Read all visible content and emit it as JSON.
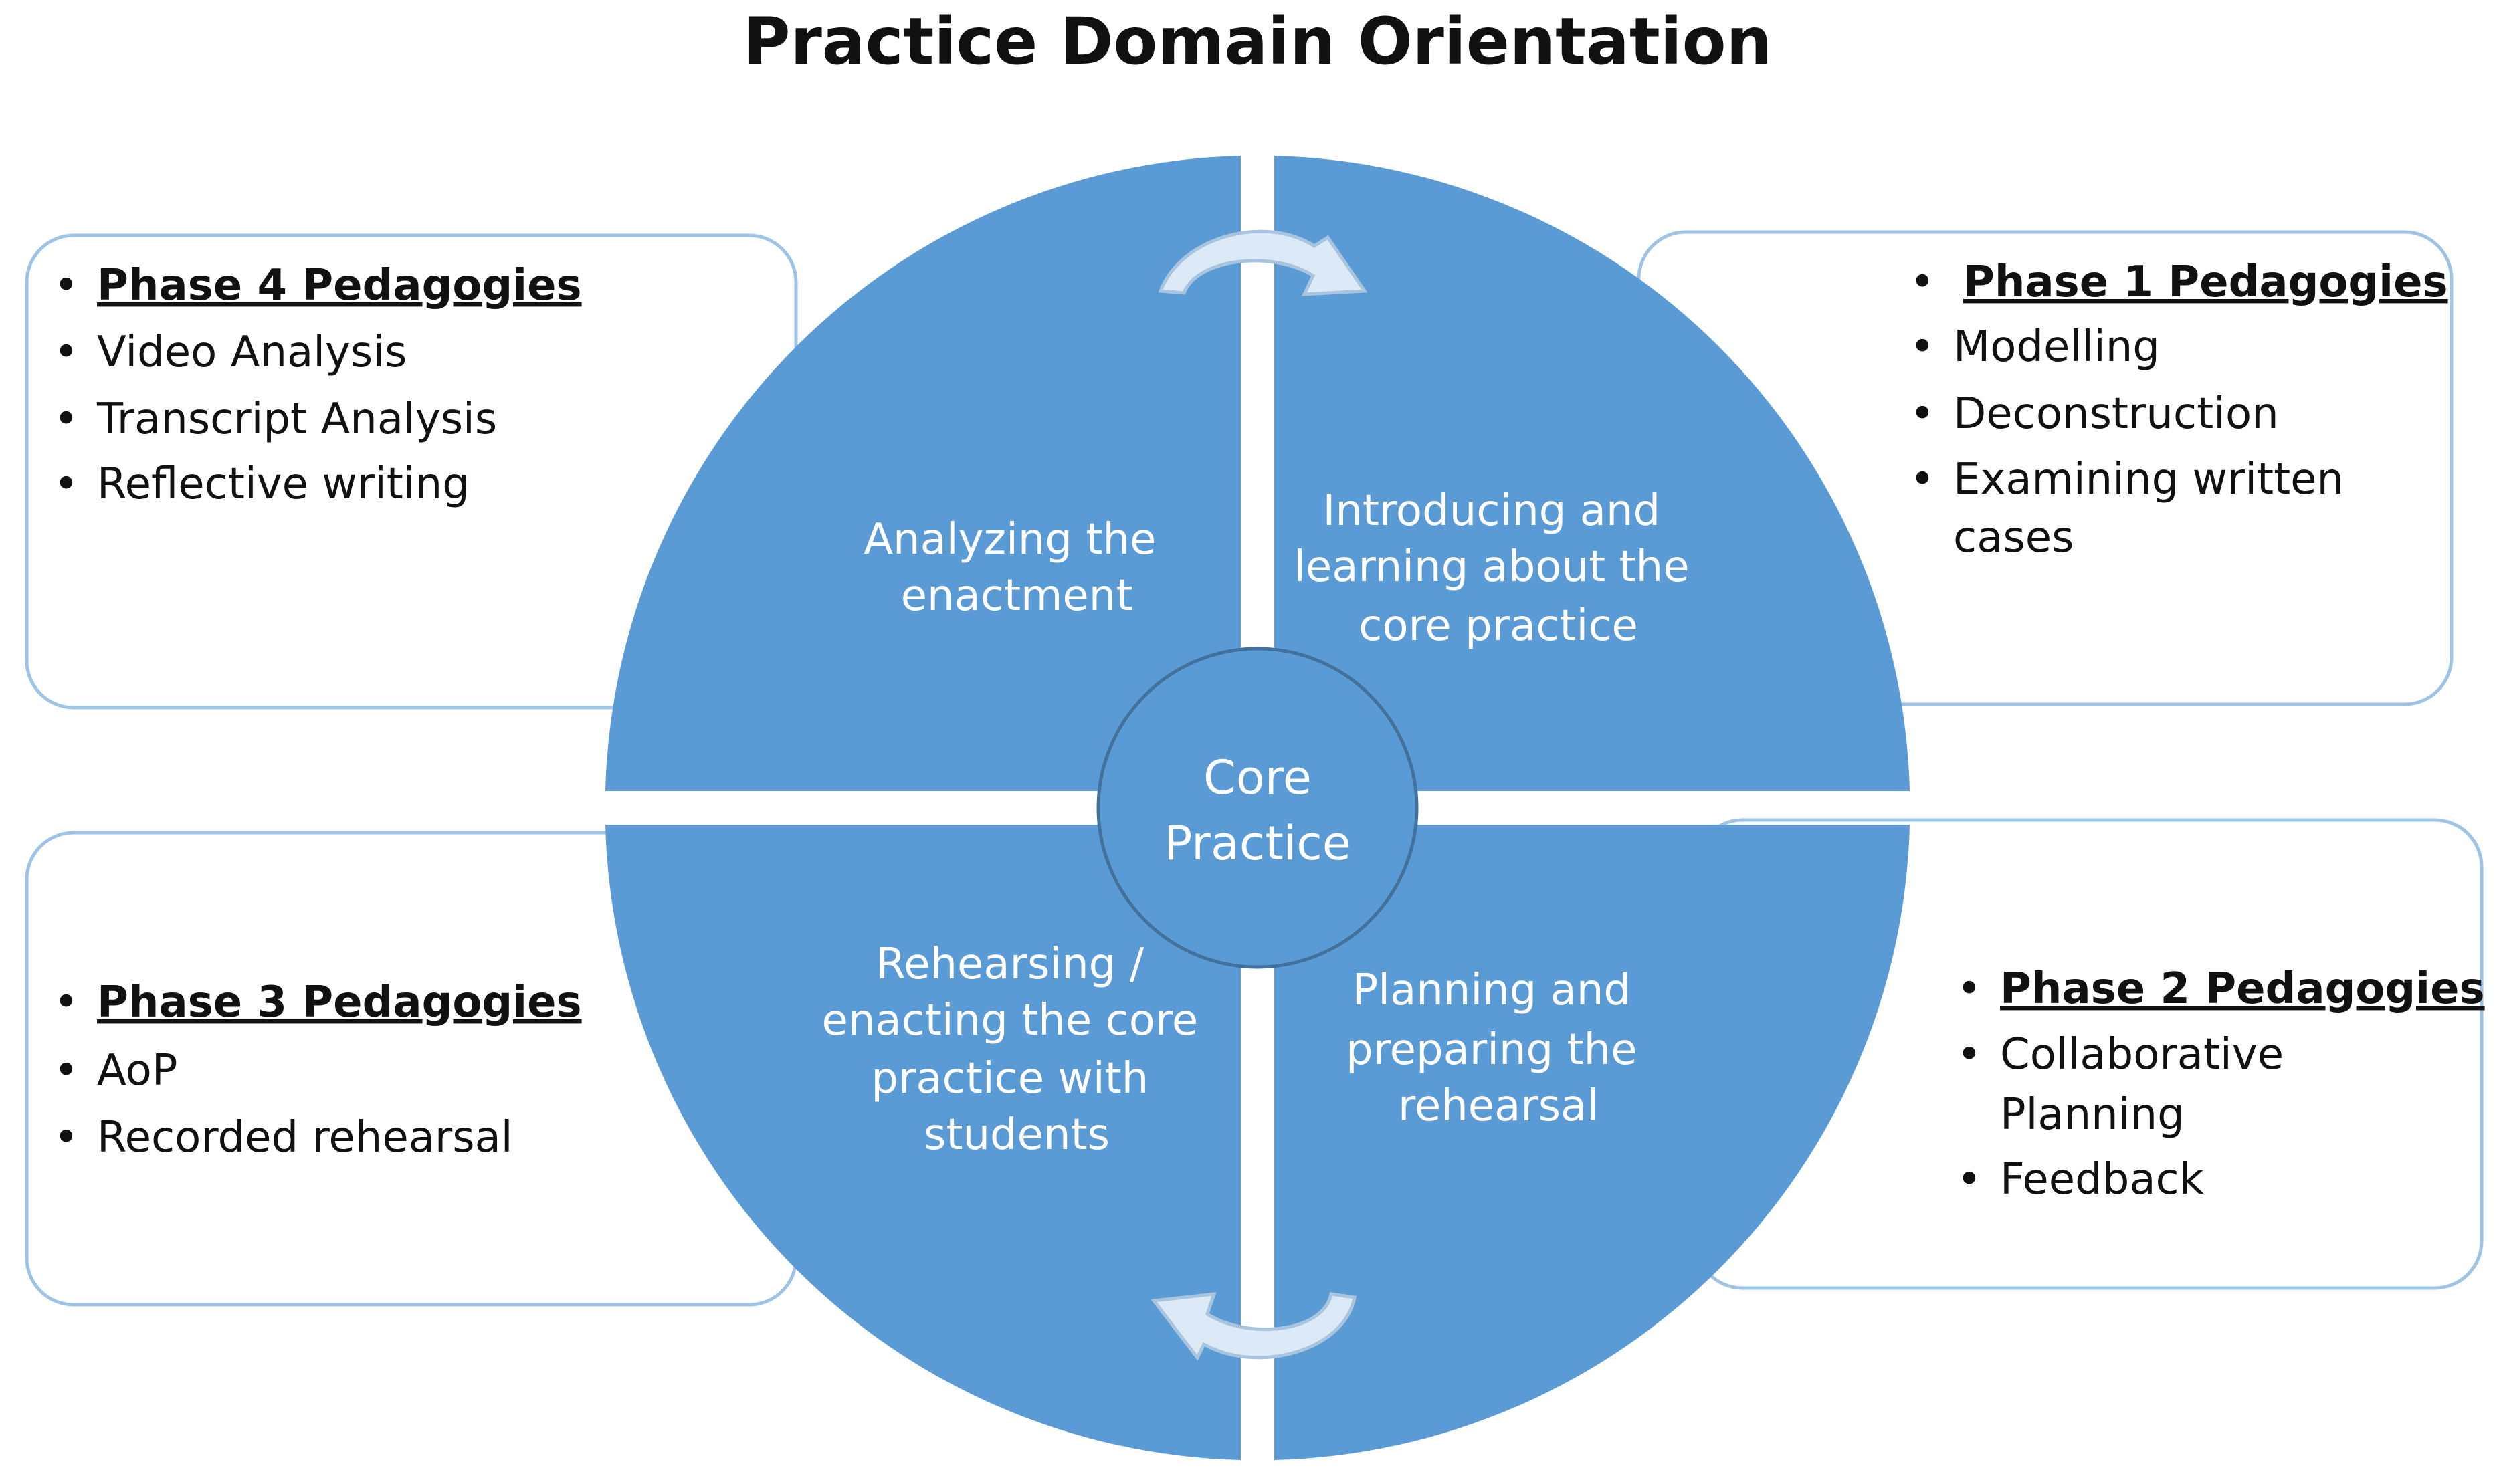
{
  "title": "Practice Domain Orientation",
  "center": {
    "line1": "Core",
    "line2": "Practice"
  },
  "quadrants": {
    "top_left": {
      "lines": [
        "Analyzing the",
        "enactment"
      ]
    },
    "top_right": {
      "lines": [
        "Introducing and",
        "learning about the",
        "core practice"
      ]
    },
    "bottom_left": {
      "lines": [
        "Rehearsing /",
        "enacting the core",
        "practice with",
        "students"
      ]
    },
    "bottom_right": {
      "lines": [
        "Planning and",
        "preparing the",
        "rehearsal"
      ]
    }
  },
  "phases": {
    "phase4": {
      "heading": "Phase 4 Pedagogies",
      "items": [
        "Video Analysis",
        "Transcript Analysis",
        "Reflective writing"
      ]
    },
    "phase1": {
      "heading": "Phase 1 Pedagogies",
      "items": [
        [
          "Modelling"
        ],
        [
          "Deconstruction"
        ],
        [
          "Examining written",
          "cases"
        ]
      ]
    },
    "phase3": {
      "heading": "Phase 3 Pedagogies",
      "items": [
        "AoP",
        "Recorded rehearsal"
      ]
    },
    "phase2": {
      "heading": "Phase 2 Pedagogies",
      "items": [
        [
          "Collaborative",
          "Planning"
        ],
        [
          "Feedback"
        ]
      ]
    }
  },
  "colors": {
    "circle_fill": "#5b9bd5",
    "circle_stroke": "#41719c",
    "box_stroke": "#9dc3e6",
    "arrow_fill": "#dce9f6",
    "arrow_stroke": "#a9c4df"
  }
}
